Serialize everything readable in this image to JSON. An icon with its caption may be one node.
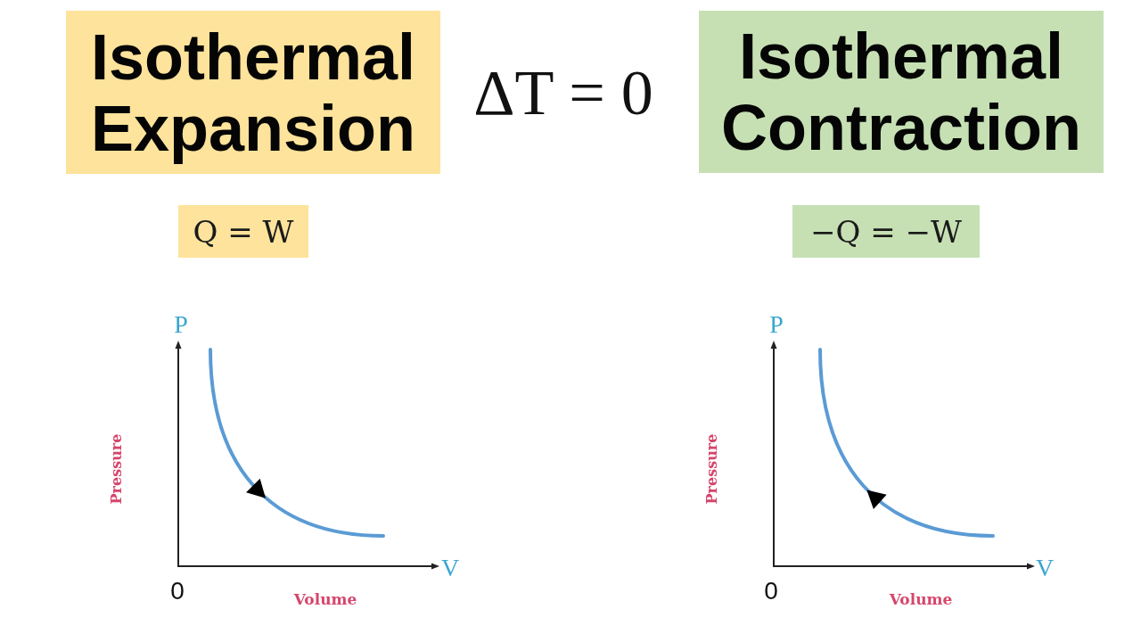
{
  "diagram": {
    "nodes": [
      {
        "text": [
          "Isothermal Expansion"
        ]
      },
      {
        "text": [
          "Isothermal Contraction"
        ]
      },
      {
        "text": [
          "Q = W"
        ]
      },
      {
        "text": [
          "−Q = −W"
        ]
      }
    ],
    "labels": [
      "ΔT = 0",
      "P",
      "Pressure",
      "V",
      "0",
      "Volume",
      "P",
      "Pressure",
      "V",
      "0",
      "Volume"
    ]
  }
}
